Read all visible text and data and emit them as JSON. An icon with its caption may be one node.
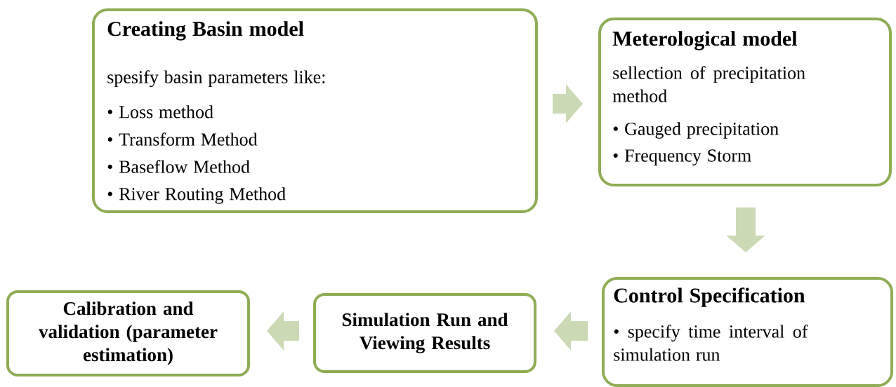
{
  "diagram": {
    "nodes": [
      {
        "text": [
          "Creating Basin model",
          "spesify basin parameters like:",
          "• Loss method",
          "• Transform Method",
          "• Baseflow Method",
          "• River Routing Method"
        ]
      },
      {
        "text": [
          "Meterological model",
          "sellection of precipitation method",
          "• Gauged precipitation",
          "• Frequency Storm"
        ]
      },
      {
        "text": [
          "Control Specification",
          "• specify time interval of simulation run"
        ]
      },
      {
        "text": [
          "Simulation Run and Viewing Results"
        ]
      },
      {
        "text": [
          "Calibration and validation (parameter estimation)"
        ]
      }
    ],
    "edges": [
      {
        "from": 0,
        "to": 1,
        "arrow": "to"
      },
      {
        "from": 1,
        "to": 2,
        "arrow": "to"
      },
      {
        "from": 2,
        "to": 3,
        "arrow": "to"
      },
      {
        "from": 3,
        "to": 4,
        "arrow": "to"
      }
    ]
  }
}
